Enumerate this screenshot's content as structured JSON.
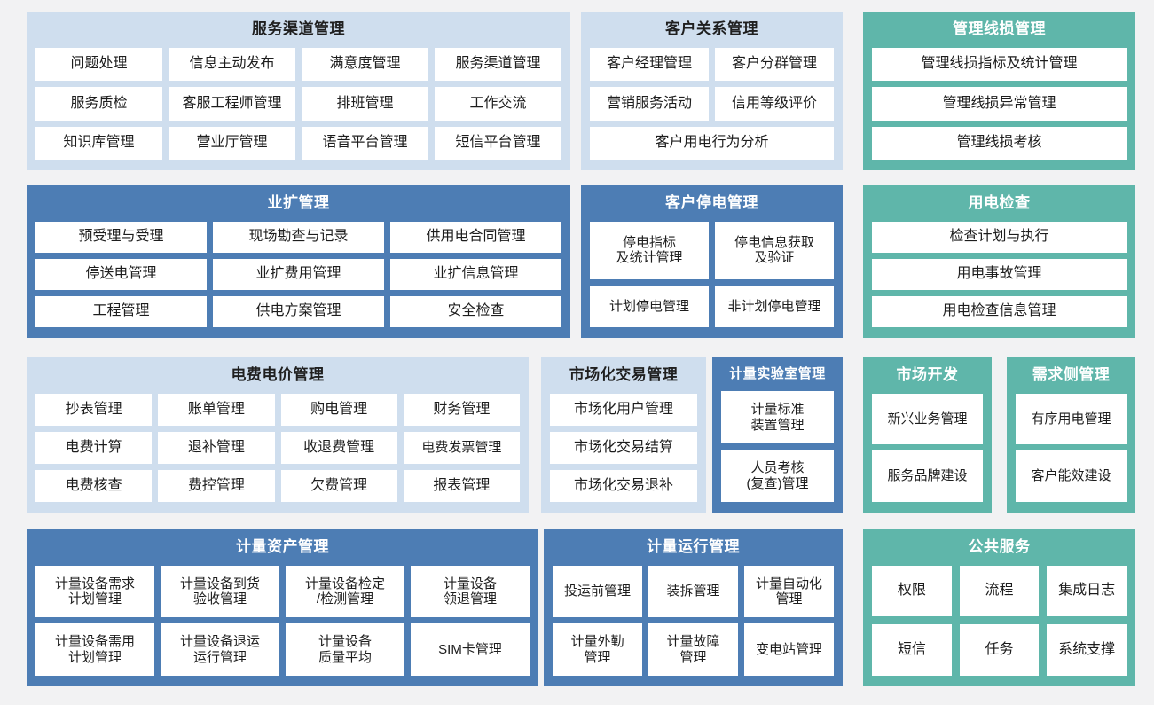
{
  "theme": {
    "page_background": "#f2f2f3",
    "light_blue": "#cfdeee",
    "dark_blue": "#4d7db4",
    "green": "#5fb6aa",
    "tile_background": "#ffffff",
    "tile_text": "#1d1d1d"
  },
  "rows": [
    {
      "id": "row-1",
      "panels": [
        {
          "id": "service-channel-management",
          "title": "服务渠道管理",
          "style": "lightblue",
          "tiles": [
            [
              "问题处理",
              "信息主动发布",
              "满意度管理",
              "服务渠道管理"
            ],
            [
              "服务质检",
              "客服工程师管理",
              "排班管理",
              "工作交流"
            ],
            [
              "知识库管理",
              "营业厅管理",
              "语音平台管理",
              "短信平台管理"
            ]
          ]
        },
        {
          "id": "customer-relationship-management",
          "title": "客户关系管理",
          "style": "lightblue",
          "tiles": [
            [
              "客户经理管理",
              "客户分群管理"
            ],
            [
              "营销服务活动",
              "信用等级评价"
            ],
            [
              "客户用电行为分析"
            ]
          ]
        },
        {
          "id": "management-line-loss-management",
          "title": "管理线损管理",
          "style": "green",
          "tiles": [
            [
              "管理线损指标及统计管理"
            ],
            [
              "管理线损异常管理"
            ],
            [
              "管理线损考核"
            ]
          ]
        }
      ]
    },
    {
      "id": "row-2",
      "panels": [
        {
          "id": "business-expansion-management",
          "title": "业扩管理",
          "style": "darkblue",
          "tiles": [
            [
              "预受理与受理",
              "现场勘查与记录",
              "供用电合同管理"
            ],
            [
              "停送电管理",
              "业扩费用管理",
              "业扩信息管理"
            ],
            [
              "工程管理",
              "供电方案管理",
              "安全检查"
            ]
          ]
        },
        {
          "id": "customer-outage-management",
          "title": "客户停电管理",
          "style": "darkblue",
          "tiles": [
            [
              "停电指标\n及统计管理",
              "停电信息获取\n及验证"
            ],
            [
              "计划停电管理",
              "非计划停电管理"
            ]
          ]
        },
        {
          "id": "electricity-inspection",
          "title": "用电检查",
          "style": "green",
          "tiles": [
            [
              "检查计划与执行"
            ],
            [
              "用电事故管理"
            ],
            [
              "用电检查信息管理"
            ]
          ]
        }
      ]
    },
    {
      "id": "row-3",
      "panels": [
        {
          "id": "electricity-fee-price-management",
          "title": "电费电价管理",
          "style": "lightblue",
          "tiles": [
            [
              "抄表管理",
              "账单管理",
              "购电管理",
              "财务管理"
            ],
            [
              "电费计算",
              "退补管理",
              "收退费管理",
              "电费发票管理"
            ],
            [
              "电费核查",
              "费控管理",
              "欠费管理",
              "报表管理"
            ]
          ]
        },
        {
          "id": "market-trading-management",
          "title": "市场化交易管理",
          "style": "lightblue",
          "tiles": [
            [
              "市场化用户管理"
            ],
            [
              "市场化交易结算"
            ],
            [
              "市场化交易退补"
            ]
          ]
        },
        {
          "id": "metering-laboratory-management",
          "title": "计量实验室管理",
          "style": "darkblue",
          "tiles": [
            [
              "计量标准\n装置管理"
            ],
            [
              "人员考核\n(复查)管理"
            ]
          ]
        },
        {
          "id": "market-development",
          "title": "市场开发",
          "style": "green",
          "tiles": [
            [
              "新兴业务管理"
            ],
            [
              "服务品牌建设"
            ]
          ]
        },
        {
          "id": "demand-side-management",
          "title": "需求侧管理",
          "style": "green",
          "tiles": [
            [
              "有序用电管理"
            ],
            [
              "客户能效建设"
            ]
          ]
        }
      ]
    },
    {
      "id": "row-4",
      "panels": [
        {
          "id": "metering-asset-management",
          "title": "计量资产管理",
          "style": "darkblue",
          "tiles": [
            [
              "计量设备需求\n计划管理",
              "计量设备到货\n验收管理",
              "计量设备检定\n/检测管理",
              "计量设备\n领退管理"
            ],
            [
              "计量设备需用\n计划管理",
              "计量设备退运\n运行管理",
              "计量设备\n质量平均",
              "SIM卡管理"
            ]
          ]
        },
        {
          "id": "metering-operation-management",
          "title": "计量运行管理",
          "style": "darkblue",
          "tiles": [
            [
              "投运前管理",
              "装拆管理",
              "计量自动化\n管理"
            ],
            [
              "计量外勤\n管理",
              "计量故障\n管理",
              "变电站管理"
            ]
          ]
        },
        {
          "id": "public-service",
          "title": "公共服务",
          "style": "green",
          "tiles": [
            [
              "权限",
              "流程",
              "集成日志"
            ],
            [
              "短信",
              "任务",
              "系统支撑"
            ]
          ]
        }
      ]
    }
  ]
}
